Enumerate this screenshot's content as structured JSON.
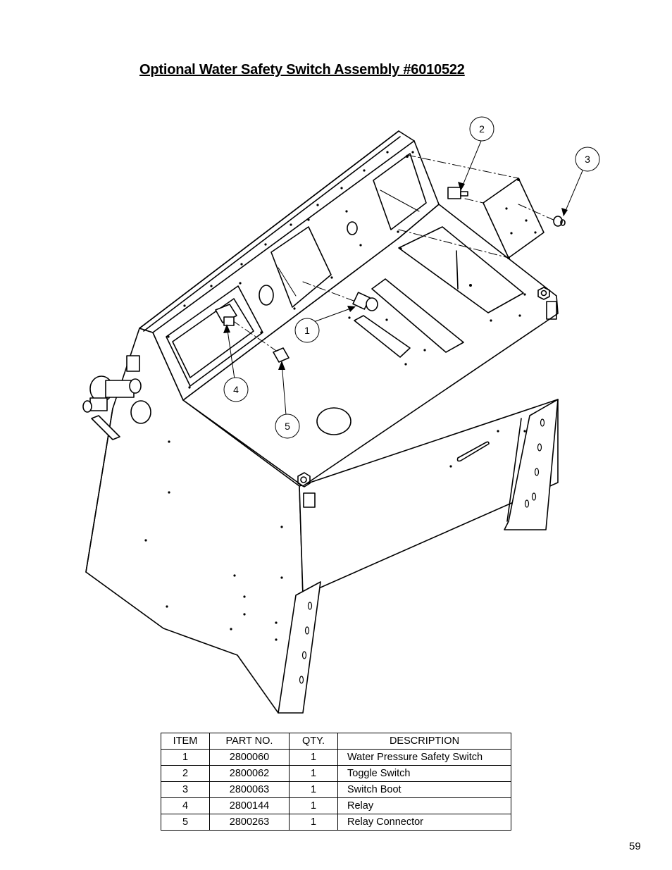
{
  "page": {
    "title": "Optional Water Safety Switch Assembly #6010522",
    "page_number": "59"
  },
  "callouts": [
    "1",
    "2",
    "3",
    "4",
    "5"
  ],
  "table": {
    "headers": [
      "ITEM",
      "PART NO.",
      "QTY.",
      "DESCRIPTION"
    ],
    "rows": [
      {
        "item": "1",
        "part_no": "2800060",
        "qty": "1",
        "description": "Water Pressure Safety Switch"
      },
      {
        "item": "2",
        "part_no": "2800062",
        "qty": "1",
        "description": "Toggle Switch"
      },
      {
        "item": "3",
        "part_no": "2800063",
        "qty": "1",
        "description": "Switch Boot"
      },
      {
        "item": "4",
        "part_no": "2800144",
        "qty": "1",
        "description": "Relay"
      },
      {
        "item": "5",
        "part_no": "2800263",
        "qty": "1",
        "description": "Relay Connector"
      }
    ]
  }
}
